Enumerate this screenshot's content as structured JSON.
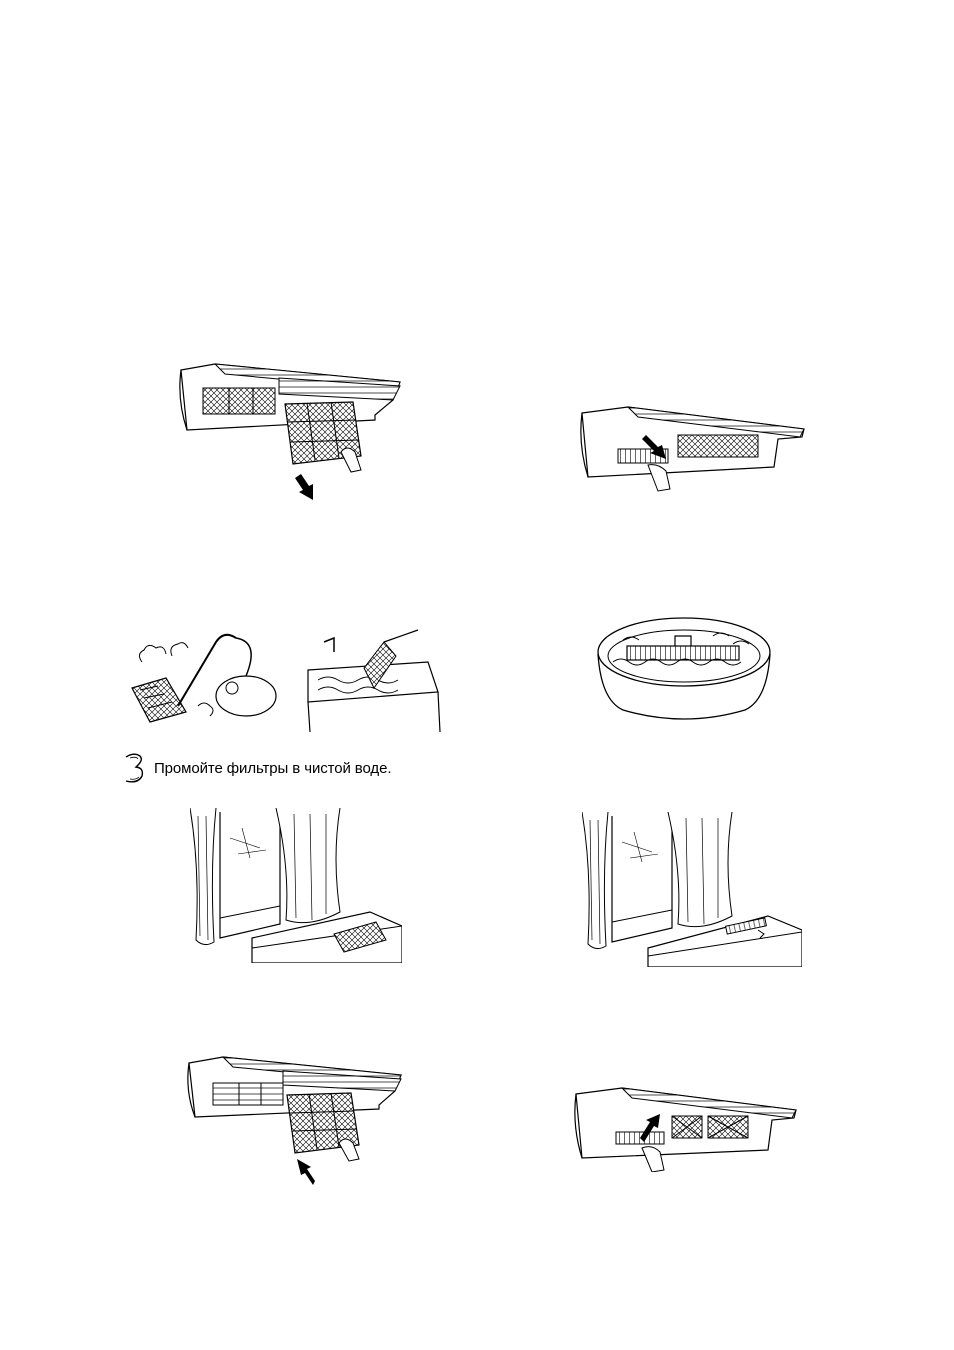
{
  "step3": {
    "number": "3",
    "caption": "Промойте фильтры в чистой воде."
  },
  "illustrations": [
    {
      "name": "remove-air-filter-illustration"
    },
    {
      "name": "remove-deodorizing-filter-illustration"
    },
    {
      "name": "vacuum-and-wash-filter-illustration"
    },
    {
      "name": "soak-deodorizing-filter-illustration"
    },
    {
      "name": "dry-air-filter-in-shade-illustration"
    },
    {
      "name": "dry-deodorizing-filter-in-shade-illustration"
    },
    {
      "name": "insert-air-filter-illustration"
    },
    {
      "name": "insert-deodorizing-filter-illustration"
    }
  ]
}
